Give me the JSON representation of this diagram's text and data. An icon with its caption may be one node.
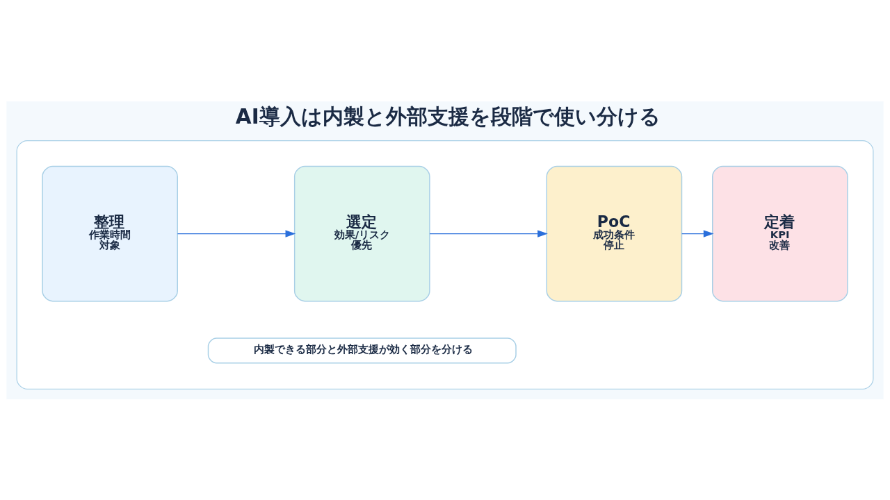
{
  "diagram": {
    "title": "AI導入は内製と外部支援を段階で使い分ける",
    "nodes": [
      {
        "text": [],
        "shape": "box"
      },
      {
        "text": [
          "整理",
          "作業時間",
          "対象"
        ],
        "in": 0
      },
      {
        "text": [
          "選定",
          "効果/リスク",
          "優先"
        ],
        "in": 0
      },
      {
        "text": [
          "PoC",
          "成功条件",
          "停止"
        ],
        "in": 0
      },
      {
        "text": [
          "定着",
          "KPI",
          "改善"
        ],
        "in": 0
      },
      {
        "text": [
          "内製できる部分と外部支援が効く部分を分ける"
        ],
        "in": 0
      }
    ],
    "edges": [
      {
        "from": 1,
        "to": 2,
        "arrow": "to"
      },
      {
        "from": 2,
        "to": 3,
        "arrow": "to"
      },
      {
        "from": 3,
        "to": 4,
        "arrow": "to"
      }
    ]
  }
}
